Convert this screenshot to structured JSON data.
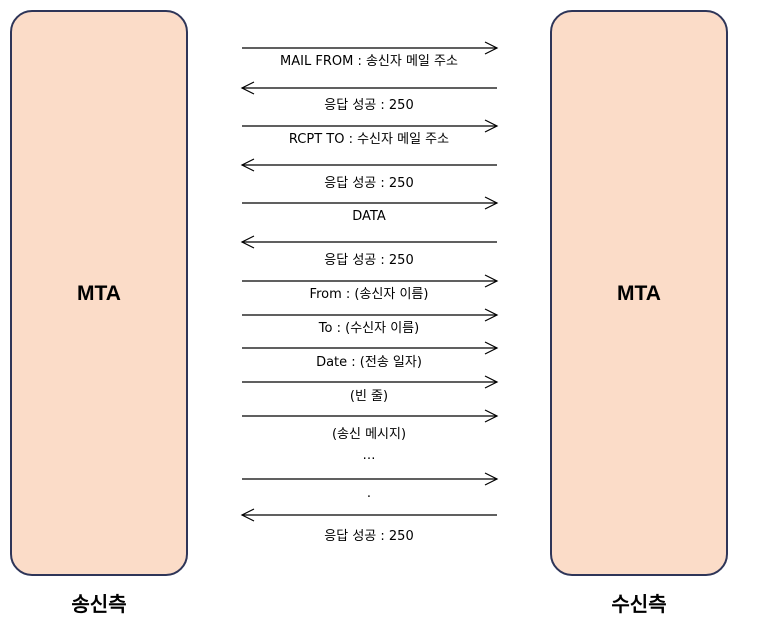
{
  "sender": {
    "mta_label": "MTA",
    "side_label": "송신측"
  },
  "receiver": {
    "mta_label": "MTA",
    "side_label": "수신측"
  },
  "messages": [
    {
      "text": "MAIL FROM : 송신자 메일 주소",
      "direction": "right"
    },
    {
      "text": "응답 성공 : 250",
      "direction": "left"
    },
    {
      "text": "RCPT TO : 수신자 메일 주소",
      "direction": "right"
    },
    {
      "text": "응답 성공 : 250",
      "direction": "left"
    },
    {
      "text": "DATA",
      "direction": "right"
    },
    {
      "text": "응답 성공 : 250",
      "direction": "left"
    },
    {
      "text": "From : (송신자 이름)",
      "direction": "right"
    },
    {
      "text": "To : (수신자 이름)",
      "direction": "right"
    },
    {
      "text": "Date : (전송 일자)",
      "direction": "right"
    },
    {
      "text": "(빈 줄)",
      "direction": "right"
    },
    {
      "text": "(송신 메시지)",
      "direction": "right"
    },
    {
      "text": "…",
      "direction": "none"
    },
    {
      "text": ".",
      "direction": "right"
    },
    {
      "text": "응답 성공 : 250",
      "direction": "left"
    }
  ]
}
